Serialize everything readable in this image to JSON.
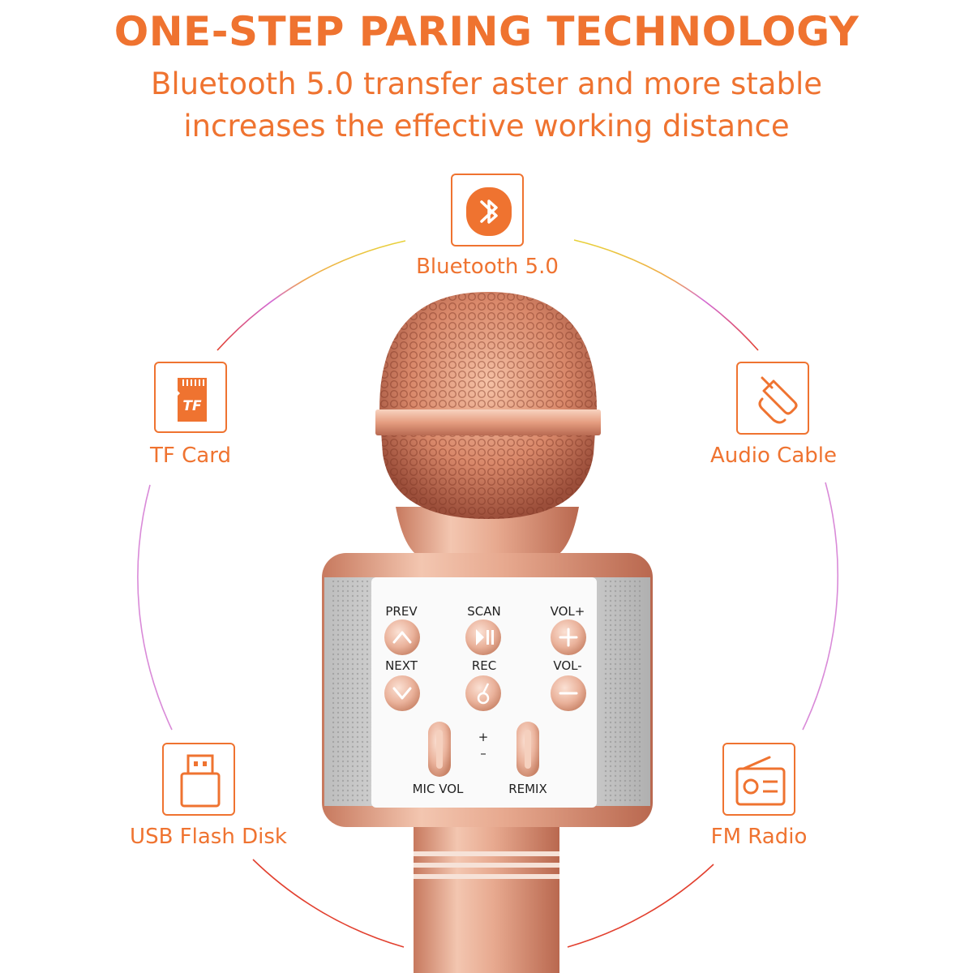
{
  "colors": {
    "accent": "#ef7330",
    "ring_start": "#f4b13a",
    "ring_mid": "#c46ad8",
    "ring_end": "#e2402f",
    "rose_gold": "#e7a98f"
  },
  "header": {
    "title": "ONE-STEP PARING TECHNOLOGY",
    "subtitle_line1": "Bluetooth 5.0 transfer aster and more stable",
    "subtitle_line2": "increases the effective working distance"
  },
  "features": {
    "bluetooth": {
      "label": "Bluetooth 5.0",
      "icon": "bluetooth-icon"
    },
    "tf_card": {
      "label": "TF Card",
      "icon": "sd-card-icon",
      "icon_text": "TF"
    },
    "audio_cable": {
      "label": "Audio Cable",
      "icon": "audio-jack-icon"
    },
    "usb_flash": {
      "label": "USB Flash Disk",
      "icon": "usb-icon"
    },
    "fm_radio": {
      "label": "FM Radio",
      "icon": "radio-icon"
    }
  },
  "microphone": {
    "controls": {
      "prev": "PREV",
      "scan": "SCAN",
      "vol_up": "VOL+",
      "next": "NEXT",
      "rec": "REC",
      "vol_down": "VOL-",
      "mic_vol": "MIC VOL",
      "remix": "REMIX",
      "plus": "+",
      "minus": "–"
    }
  }
}
